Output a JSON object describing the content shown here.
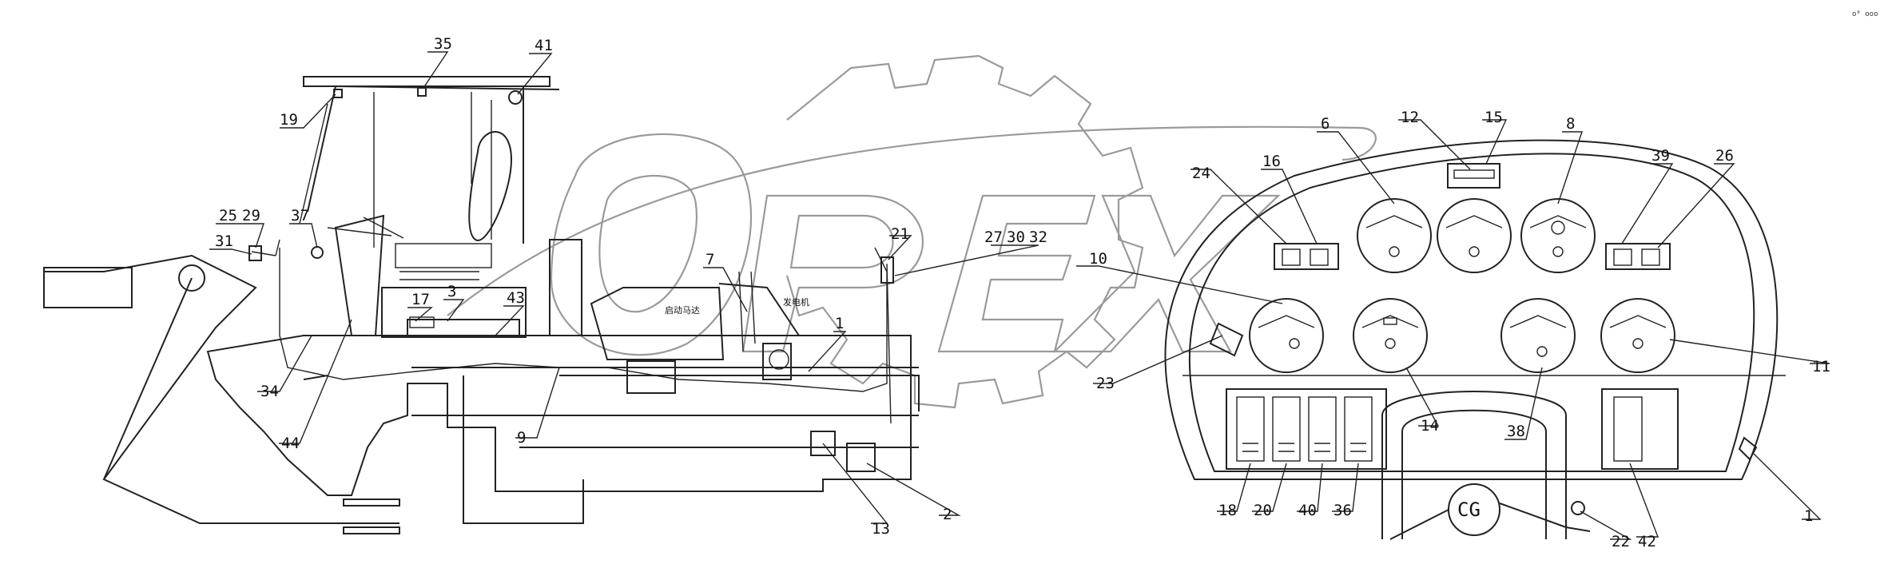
{
  "corner_mark": "o⁰ ooo",
  "texts": {
    "starter_motor": "启动马达",
    "generator": "发电机",
    "steering_logo": "CG"
  },
  "callouts": [
    {
      "id": "c35",
      "text": "35"
    },
    {
      "id": "c41",
      "text": "41"
    },
    {
      "id": "c19",
      "text": "19"
    },
    {
      "id": "c31",
      "text": "31"
    },
    {
      "id": "c25",
      "text": "25"
    },
    {
      "id": "c29",
      "text": "29"
    },
    {
      "id": "c37",
      "text": "37"
    },
    {
      "id": "c17",
      "text": "17"
    },
    {
      "id": "c3",
      "text": "3"
    },
    {
      "id": "c43",
      "text": "43"
    },
    {
      "id": "c34",
      "text": "34"
    },
    {
      "id": "c44",
      "text": "44"
    },
    {
      "id": "c9",
      "text": "9"
    },
    {
      "id": "c7",
      "text": "7"
    },
    {
      "id": "c1a",
      "text": "1"
    },
    {
      "id": "c21",
      "text": "21"
    },
    {
      "id": "c27",
      "text": "27"
    },
    {
      "id": "c30",
      "text": "30"
    },
    {
      "id": "c32",
      "text": "32"
    },
    {
      "id": "c13",
      "text": "13"
    },
    {
      "id": "c2",
      "text": "2"
    },
    {
      "id": "c6",
      "text": "6"
    },
    {
      "id": "c12",
      "text": "12"
    },
    {
      "id": "c15",
      "text": "15"
    },
    {
      "id": "c8",
      "text": "8"
    },
    {
      "id": "c39",
      "text": "39"
    },
    {
      "id": "c26",
      "text": "26"
    },
    {
      "id": "c24",
      "text": "24"
    },
    {
      "id": "c16",
      "text": "16"
    },
    {
      "id": "c10",
      "text": "10"
    },
    {
      "id": "c23",
      "text": "23"
    },
    {
      "id": "c11",
      "text": "11"
    },
    {
      "id": "c14",
      "text": "14"
    },
    {
      "id": "c38",
      "text": "38"
    },
    {
      "id": "c18",
      "text": "18"
    },
    {
      "id": "c20",
      "text": "20"
    },
    {
      "id": "c40",
      "text": "40"
    },
    {
      "id": "c36",
      "text": "36"
    },
    {
      "id": "c22",
      "text": "22"
    },
    {
      "id": "c42",
      "text": "42"
    },
    {
      "id": "c1b",
      "text": "1"
    }
  ],
  "colors": {
    "line": "#222222",
    "watermark": "#9a9a9a",
    "background": "#ffffff"
  }
}
